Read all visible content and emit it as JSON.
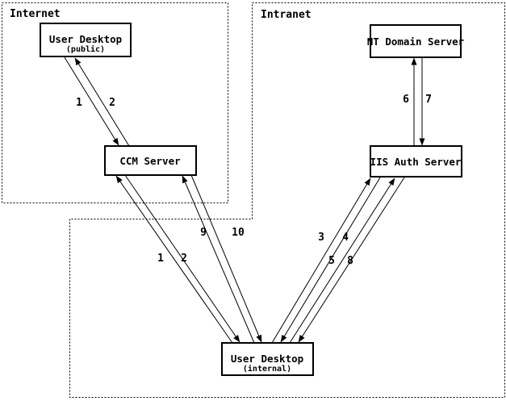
{
  "zones": {
    "internet": {
      "label": "Internet"
    },
    "intranet": {
      "label": "Intranet"
    }
  },
  "nodes": {
    "user_desktop_public": {
      "title": "User Desktop",
      "subtitle": "(public)"
    },
    "ccm_server": {
      "title": "CCM Server"
    },
    "nt_domain_server": {
      "title": "NT Domain Server"
    },
    "iis_auth_server": {
      "title": "IIS Auth Server"
    },
    "user_desktop_internal": {
      "title": "User Desktop",
      "subtitle": "(internal)"
    }
  },
  "edges": {
    "public_desktop_to_ccm": {
      "label": "1"
    },
    "ccm_to_public_desktop": {
      "label": "2"
    },
    "internal_desktop_to_ccm": {
      "label": "1"
    },
    "ccm_to_internal_desktop": {
      "label": "2"
    },
    "internal_desktop_to_iis_first": {
      "label": "3"
    },
    "iis_to_internal_desktop_first": {
      "label": "4"
    },
    "internal_desktop_to_iis_second": {
      "label": "5"
    },
    "iis_to_nt_domain": {
      "label": "6"
    },
    "nt_domain_to_iis": {
      "label": "7"
    },
    "iis_to_internal_desktop_second": {
      "label": "8"
    },
    "internal_desktop_to_ccm_second": {
      "label": "9"
    },
    "ccm_to_internal_desktop_second": {
      "label": "10"
    }
  },
  "colors": {
    "line": "#000000",
    "background": "#ffffff"
  }
}
